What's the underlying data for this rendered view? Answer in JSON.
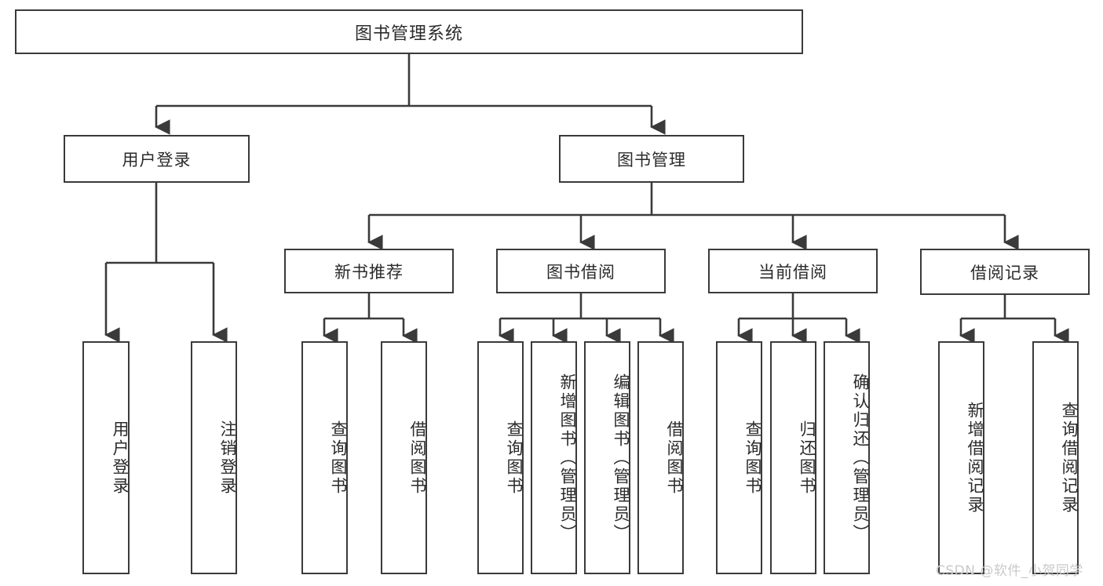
{
  "diagram": {
    "title": "图书管理系统",
    "type": "tree-hierarchy-chart",
    "watermark": "CSDN @软件_小贺同学",
    "colors": {
      "stroke": "#3a3a3a",
      "text": "#2b2b2b",
      "background": "#ffffff",
      "watermark": "#c9c9c9"
    }
  },
  "nodes": {
    "root": {
      "label": "图书管理系统"
    },
    "level1": [
      {
        "label": "用户登录"
      },
      {
        "label": "图书管理"
      }
    ],
    "level2": [
      {
        "label": "新书推荐"
      },
      {
        "label": "图书借阅"
      },
      {
        "label": "当前借阅"
      },
      {
        "label": "借阅记录"
      }
    ],
    "leaves_user_login": [
      {
        "label": "用户登录"
      },
      {
        "label": "注销登录"
      }
    ],
    "leaves_new_book": [
      {
        "label": "查询图书"
      },
      {
        "label": "借阅图书"
      }
    ],
    "leaves_book_borrow": [
      {
        "label": "查询图书"
      },
      {
        "label": "新增图书（管理员）"
      },
      {
        "label": "编辑图书（管理员）"
      },
      {
        "label": "借阅图书"
      }
    ],
    "leaves_current_borrow": [
      {
        "label": "查询图书"
      },
      {
        "label": "归还图书"
      },
      {
        "label": "确认归还（管理员）"
      }
    ],
    "leaves_borrow_record": [
      {
        "label": "新增借阅记录"
      },
      {
        "label": "查询借阅记录"
      }
    ]
  }
}
